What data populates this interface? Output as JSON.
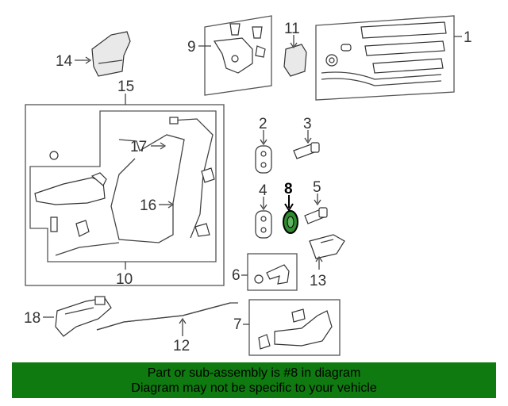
{
  "diagram": {
    "callouts": [
      "1",
      "2",
      "3",
      "4",
      "5",
      "6",
      "7",
      "8",
      "9",
      "10",
      "11",
      "12",
      "13",
      "14",
      "15",
      "16",
      "17",
      "18"
    ],
    "highlighted_callout": "8",
    "highlight_color": "#2e8b2e"
  },
  "banner": {
    "line1": "Part or sub-assembly is #8 in diagram",
    "line2": "Diagram may not be specific to your vehicle",
    "background": "#0f7a0f"
  }
}
